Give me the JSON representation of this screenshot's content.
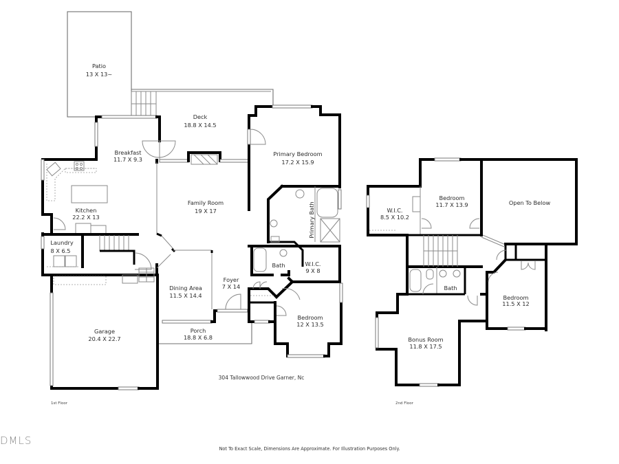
{
  "plan": {
    "address": "304 Tallowwood Drive Garner, Nc",
    "disclaimer": "Not To Exact Scale, Dimensions Are Approximate. For Illustration Purposes Only.",
    "logo": "DMLS",
    "floors": [
      {
        "label": "1st Floor",
        "rooms": [
          {
            "name": "Patio",
            "dims": "13 X 13~"
          },
          {
            "name": "Deck",
            "dims": "18.8 X 14.5"
          },
          {
            "name": "Breakfast",
            "dims": "11.7 X 9.3"
          },
          {
            "name": "Primary Bedroom",
            "dims": "17.2 X 15.9"
          },
          {
            "name": "Kitchen",
            "dims": "22.2 X 13"
          },
          {
            "name": "Family Room",
            "dims": "19 X 17"
          },
          {
            "name": "Primary Bath",
            "dims": ""
          },
          {
            "name": "Laundry",
            "dims": "8 X 6.5"
          },
          {
            "name": "Bath",
            "dims": ""
          },
          {
            "name": "W.I.C.",
            "dims": "9 X 8"
          },
          {
            "name": "Dining Area",
            "dims": "11.5 X 14.4"
          },
          {
            "name": "Foyer",
            "dims": "7 X 14"
          },
          {
            "name": "Bedroom",
            "dims": "12 X 13.5"
          },
          {
            "name": "Porch",
            "dims": "18.8 X 6.8"
          },
          {
            "name": "Garage",
            "dims": "20.4 X 22.7"
          }
        ]
      },
      {
        "label": "2nd Floor",
        "rooms": [
          {
            "name": "W.I.C.",
            "dims": "8.5 X 10.2"
          },
          {
            "name": "Bedroom",
            "dims": "11.7 X 13.9"
          },
          {
            "name": "Open To Below",
            "dims": ""
          },
          {
            "name": "Bath",
            "dims": ""
          },
          {
            "name": "Bedroom",
            "dims": "11.5 X 12"
          },
          {
            "name": "Bonus Room",
            "dims": "11.8 X 17.5"
          }
        ]
      }
    ]
  }
}
